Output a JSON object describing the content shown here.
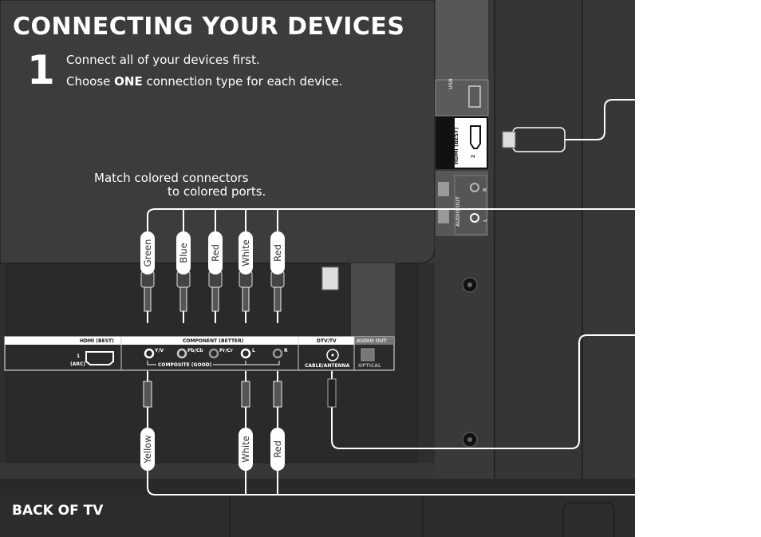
{
  "title": "CONNECTING YOUR DEVICES",
  "step": {
    "number": "1",
    "line1": "Connect all of your devices first.",
    "line2_pre": "Choose ",
    "line2_bold": "ONE",
    "line2_post": " connection type for each device."
  },
  "match_note": {
    "line1": "Match colored connectors",
    "line2": "to colored ports."
  },
  "footer_label": "BACK OF TV",
  "side_ports": {
    "usb": "USB",
    "hdmi": "HDMI (BEST)",
    "hdmi_number": "2",
    "audio_out": "AUDIO OUT",
    "r": "R",
    "l": "L"
  },
  "bottom_panel": {
    "hdmi_header": "HDMI (BEST)",
    "hdmi_port_number": "1",
    "hdmi_arc": "(ARC)",
    "component_header": "COMPONENT (BETTER)",
    "yv": "Y/V",
    "pbcb": "Pb/Cb",
    "prcr": "Pr/Cr",
    "l": "L",
    "r": "R",
    "composite": "COMPOSITE (GOOD)",
    "dtv_header": "DTV/TV",
    "cable_antenna": "CABLE/ANTENNA",
    "audio_out_header": "AUDIO OUT",
    "optical": "OPTICAL"
  },
  "cable_labels_top": [
    "Green",
    "Blue",
    "Red",
    "White",
    "Red"
  ],
  "cable_labels_bottom": [
    "Yellow",
    "White",
    "Red"
  ]
}
